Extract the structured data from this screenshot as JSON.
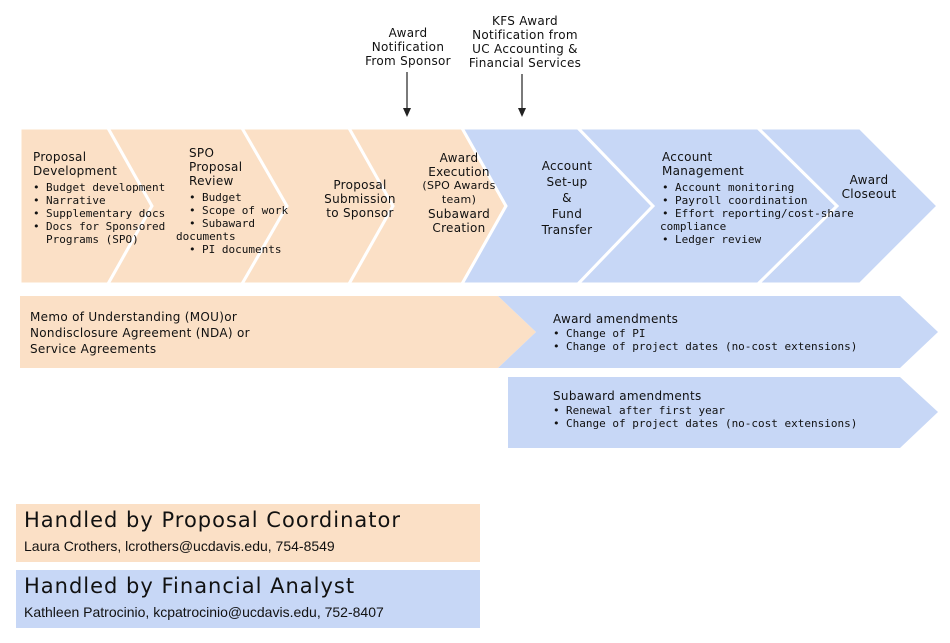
{
  "colors": {
    "coordinator": "#fbe0c6",
    "analyst": "#c7d7f6",
    "arrow_line": "#222222"
  },
  "top_notes": {
    "sponsor_notification": [
      "Award",
      "Notification",
      "From Sponsor"
    ],
    "kfs_notification": [
      "KFS Award",
      "Notification from",
      "UC Accounting &",
      "Financial Services"
    ]
  },
  "steps": {
    "proposal_development": {
      "title": [
        "Proposal",
        "Development"
      ],
      "bullets": [
        "Budget development",
        "Narrative",
        "Supplementary docs",
        "Docs for Sponsored",
        "Programs (SPO)"
      ]
    },
    "spo_review": {
      "title": [
        "SPO",
        "Proposal",
        "Review"
      ],
      "bullets": [
        "Budget",
        "Scope of work",
        "Subaward",
        "documents",
        "PI documents"
      ]
    },
    "submission": {
      "title": [
        "Proposal",
        "Submission",
        "to Sponsor"
      ]
    },
    "award_execution": {
      "title": [
        "Award",
        "Execution",
        "(SPO Awards",
        "team)",
        "Subaward",
        "Creation"
      ]
    },
    "account_setup": {
      "title": [
        "Account",
        "Set-up",
        "&",
        "Fund",
        "Transfer"
      ]
    },
    "account_management": {
      "title": [
        "Account",
        "Management"
      ],
      "bullets": [
        "Account monitoring",
        "Payroll coordination",
        "Effort reporting/cost-share",
        "compliance",
        "Ledger review"
      ]
    },
    "closeout": {
      "title": [
        "Award",
        "Closeout"
      ]
    }
  },
  "mou": [
    "Memo of Understanding (MOU)or",
    "Nondisclosure Agreement (NDA)  or",
    "Service Agreements"
  ],
  "award_amendments": {
    "title": "Award amendments",
    "bullets": [
      "Change of PI",
      "Change of project dates (no-cost extensions)"
    ]
  },
  "subaward_amendments": {
    "title": "Subaward amendments",
    "bullets": [
      "Renewal after first year",
      "Change of project dates (no-cost extensions)"
    ]
  },
  "legend": {
    "coordinator": {
      "title": "Handled by Proposal Coordinator",
      "contact": "Laura Crothers, lcrothers@ucdavis.edu, 754-8549"
    },
    "analyst": {
      "title": "Handled by Financial Analyst",
      "contact": "Kathleen Patrocinio, kcpatrocinio@ucdavis.edu, 752-8407"
    }
  }
}
